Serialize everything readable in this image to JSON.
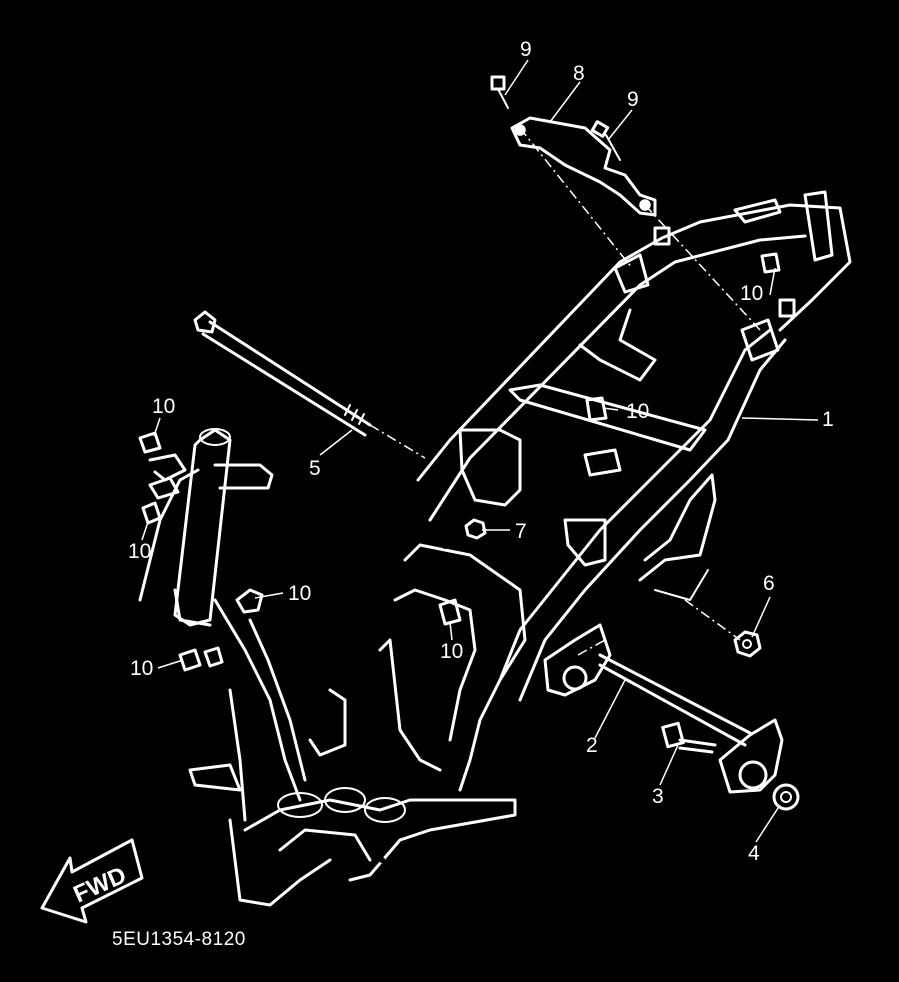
{
  "diagram": {
    "part_code": "5EU1354-8120",
    "fwd_label": "FWD",
    "callouts": {
      "c1": "1",
      "c2": "2",
      "c3": "3",
      "c4": "4",
      "c5": "5",
      "c6": "6",
      "c7": "7",
      "c8": "8",
      "c9a": "9",
      "c9b": "9",
      "c10a": "10",
      "c10b": "10",
      "c10c": "10",
      "c10d": "10",
      "c10e": "10",
      "c10f": "10",
      "c10g": "10"
    }
  }
}
